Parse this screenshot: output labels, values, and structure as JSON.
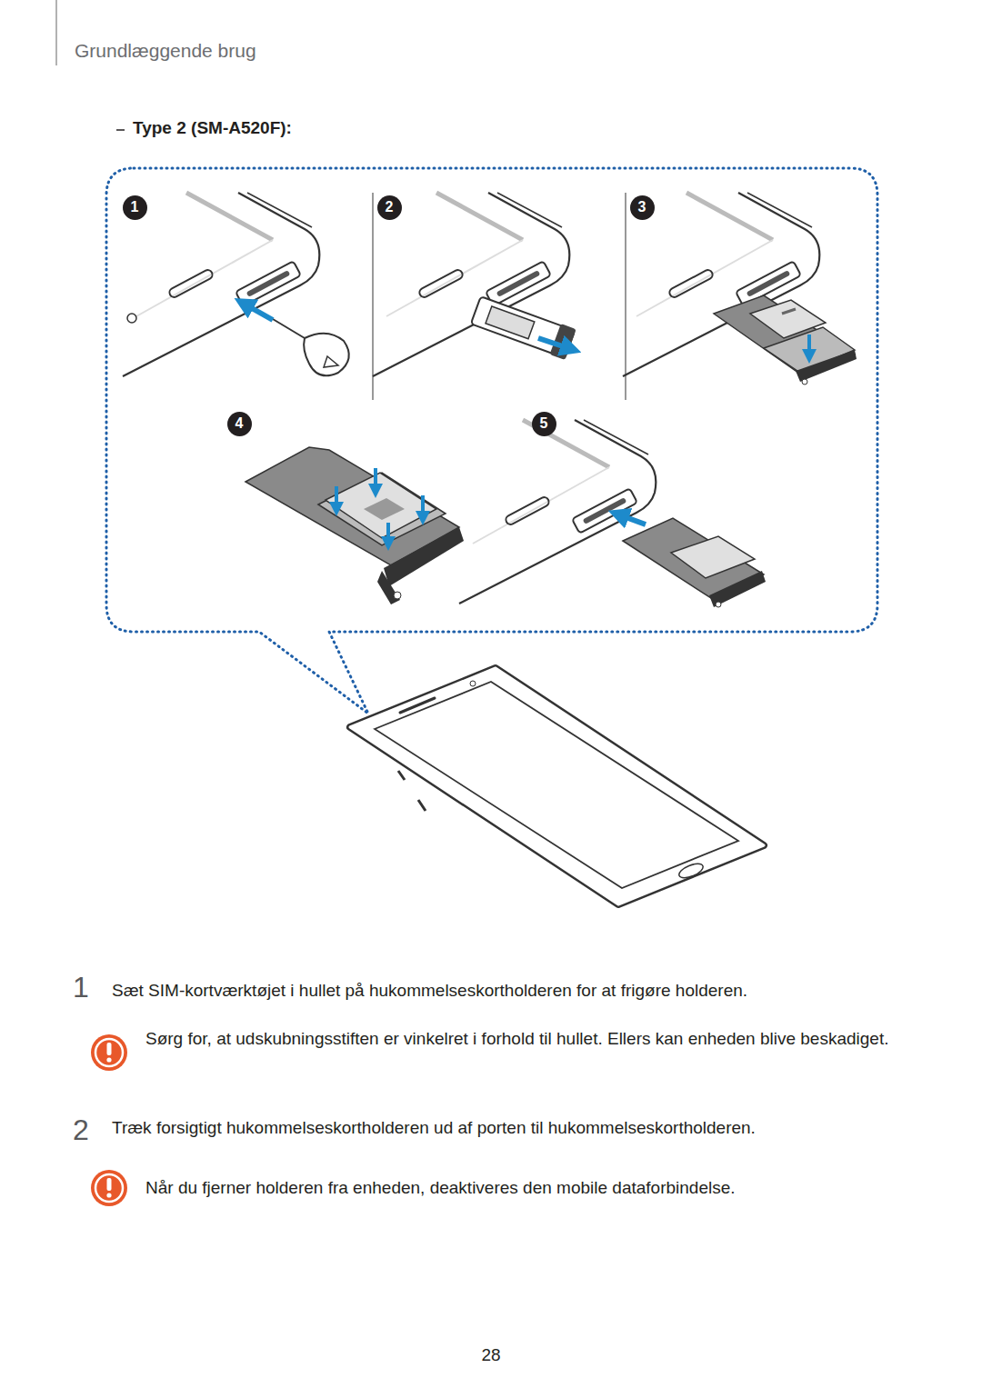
{
  "diagram": {
    "title": "Type 2 (SM-A520F):",
    "nodes": [
      {
        "text": [
          "1"
        ]
      },
      {
        "text": [
          "2"
        ]
      },
      {
        "text": [
          "3"
        ]
      },
      {
        "text": [
          "4"
        ]
      },
      {
        "text": [
          "5"
        ]
      }
    ],
    "labels": [
      "Grundlæggende brug",
      "1",
      "Sæt SIM-kortværktøjet i hullet på hukommelseskortholderen for at frigøre holderen.",
      "Sørg for, at udskubningsstiften er vinkelret i forhold til hullet. Ellers kan enheden blive beskadiget.",
      "2",
      "Træk forsigtigt hukommelseskortholderen ud af porten til hukommelseskortholderen.",
      "Når du fjerner holderen fra enheden, deaktiveres den mobile dataforbindelse.",
      "28"
    ]
  }
}
